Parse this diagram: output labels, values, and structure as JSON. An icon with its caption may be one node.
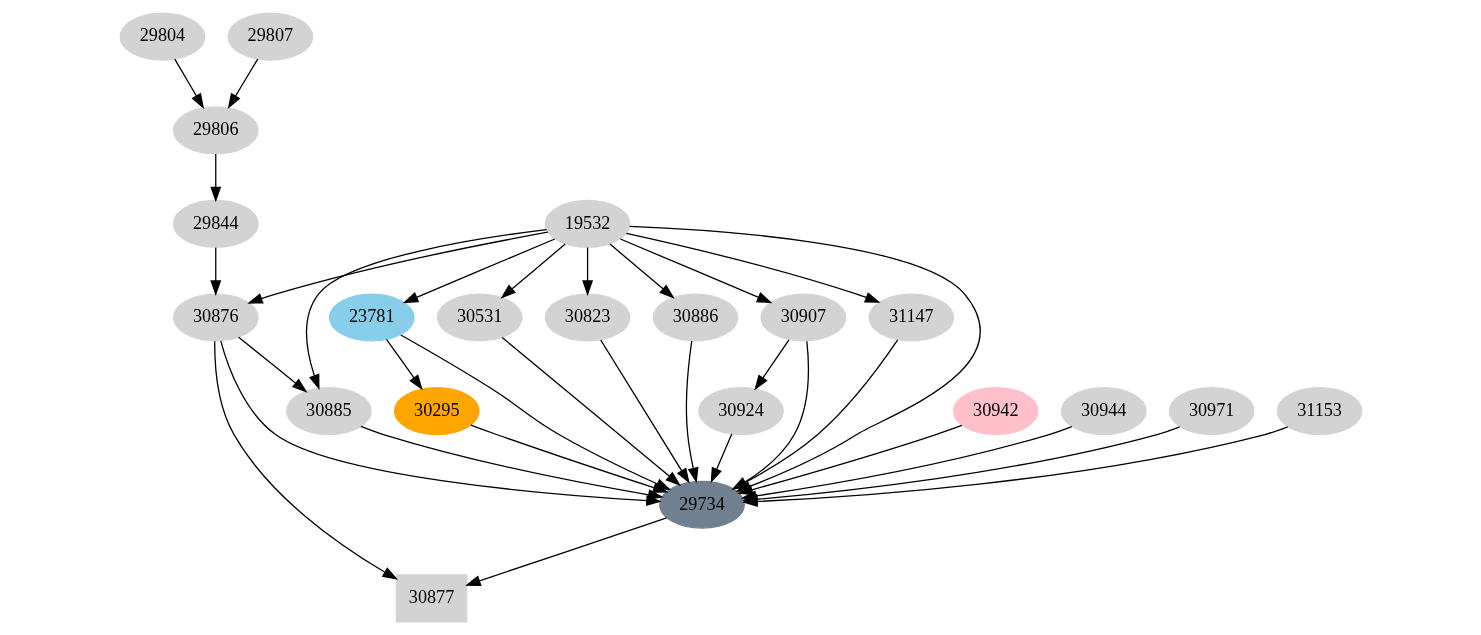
{
  "diagram": {
    "nodes": [
      {
        "text": [
          "29804"
        ]
      },
      {
        "text": [
          "29807"
        ]
      },
      {
        "text": [
          "29806"
        ]
      },
      {
        "text": [
          "29844"
        ]
      },
      {
        "text": [
          "19532"
        ]
      },
      {
        "text": [
          "30876"
        ]
      },
      {
        "text": [
          "23781"
        ]
      },
      {
        "text": [
          "30531"
        ]
      },
      {
        "text": [
          "30823"
        ]
      },
      {
        "text": [
          "30886"
        ]
      },
      {
        "text": [
          "30907"
        ]
      },
      {
        "text": [
          "31147"
        ]
      },
      {
        "text": [
          "30885"
        ]
      },
      {
        "text": [
          "30295"
        ]
      },
      {
        "text": [
          "30924"
        ]
      },
      {
        "text": [
          "30942"
        ]
      },
      {
        "text": [
          "30944"
        ]
      },
      {
        "text": [
          "30971"
        ]
      },
      {
        "text": [
          "31153"
        ]
      },
      {
        "text": [
          "29734"
        ]
      },
      {
        "text": [
          "30877"
        ]
      }
    ],
    "edges": [
      {
        "from": 0,
        "to": 2,
        "arrow": "to"
      },
      {
        "from": 1,
        "to": 2,
        "arrow": "to"
      },
      {
        "from": 2,
        "to": 3,
        "arrow": "to"
      },
      {
        "from": 3,
        "to": 5,
        "arrow": "to"
      },
      {
        "from": 4,
        "to": 5,
        "arrow": "to"
      },
      {
        "from": 4,
        "to": 12,
        "arrow": "to"
      },
      {
        "from": 4,
        "to": 6,
        "arrow": "to"
      },
      {
        "from": 4,
        "to": 7,
        "arrow": "to"
      },
      {
        "from": 4,
        "to": 8,
        "arrow": "to"
      },
      {
        "from": 4,
        "to": 9,
        "arrow": "to"
      },
      {
        "from": 4,
        "to": 10,
        "arrow": "to"
      },
      {
        "from": 4,
        "to": 11,
        "arrow": "to"
      },
      {
        "from": 4,
        "to": 19,
        "arrow": "to"
      },
      {
        "from": 5,
        "to": 12,
        "arrow": "to"
      },
      {
        "from": 5,
        "to": 19,
        "arrow": "to"
      },
      {
        "from": 5,
        "to": 20,
        "arrow": "to"
      },
      {
        "from": 6,
        "to": 13,
        "arrow": "to"
      },
      {
        "from": 6,
        "to": 19,
        "arrow": "to"
      },
      {
        "from": 7,
        "to": 19,
        "arrow": "to"
      },
      {
        "from": 8,
        "to": 19,
        "arrow": "to"
      },
      {
        "from": 9,
        "to": 19,
        "arrow": "to"
      },
      {
        "from": 10,
        "to": 14,
        "arrow": "to"
      },
      {
        "from": 10,
        "to": 19,
        "arrow": "to"
      },
      {
        "from": 11,
        "to": 19,
        "arrow": "to"
      },
      {
        "from": 12,
        "to": 19,
        "arrow": "to"
      },
      {
        "from": 13,
        "to": 19,
        "arrow": "to"
      },
      {
        "from": 14,
        "to": 19,
        "arrow": "to"
      },
      {
        "from": 15,
        "to": 19,
        "arrow": "to"
      },
      {
        "from": 16,
        "to": 19,
        "arrow": "to"
      },
      {
        "from": 17,
        "to": 19,
        "arrow": "to"
      },
      {
        "from": 18,
        "to": 19,
        "arrow": "to"
      },
      {
        "from": 19,
        "to": 20,
        "arrow": "to"
      }
    ]
  }
}
